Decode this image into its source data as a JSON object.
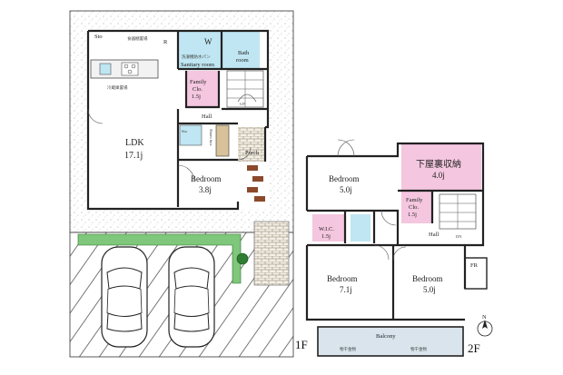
{
  "floor1": {
    "label": "1F",
    "rooms": {
      "sto": "Sto",
      "storage_closet": "食器棚置場",
      "r_mark": "R",
      "w_mark": "W",
      "sanitary": "Sanitary room",
      "bath_line1": "Bath",
      "bath_line2": "room",
      "wash_note": "洗濯機防水パン",
      "family_clo_line1": "Family",
      "family_clo_line2": "Clo.",
      "family_clo_size": "1.5j",
      "kitchen_note": "冷蔵庫置場",
      "ldk_name": "LDK",
      "ldk_size": "17.1j",
      "hall": "Hall",
      "sto2": "Sto",
      "shoes_box": "Shoes box",
      "up": "UP",
      "porch": "Porch",
      "bedroom_name": "Bedroom",
      "bedroom_size": "3.8j"
    }
  },
  "floor2": {
    "label": "2F",
    "rooms": {
      "bed_a_name": "Bedroom",
      "bed_a_size": "5.0j",
      "attic_name": "下屋裏収納",
      "attic_size": "4.0j",
      "family_clo_line1": "Family",
      "family_clo_line2": "Clo.",
      "family_clo_size": "1.5j",
      "wic_name": "W.I.C.",
      "wic_size": "1.5j",
      "hall": "Hall",
      "dn": "DN",
      "fr": "FR",
      "bed_b_name": "Bedroom",
      "bed_b_size": "7.1j",
      "bed_c_name": "Bedroom",
      "bed_c_size": "5.0j",
      "balcony": "Balcony",
      "balcony_note_1": "物干金物",
      "balcony_note_2": "物干金物"
    }
  },
  "compass": {
    "north": "N"
  },
  "colors": {
    "wall": "#222222",
    "attic_fill": "#f4c6df",
    "family_clo_fill": "#f4c6df",
    "bath_fill": "#bfe6f2",
    "garden_green": "#7fc77a",
    "floor_wood": "#d9c29a",
    "step_brown": "#8b4a2b",
    "balcony_fill": "#d9e4ec"
  }
}
